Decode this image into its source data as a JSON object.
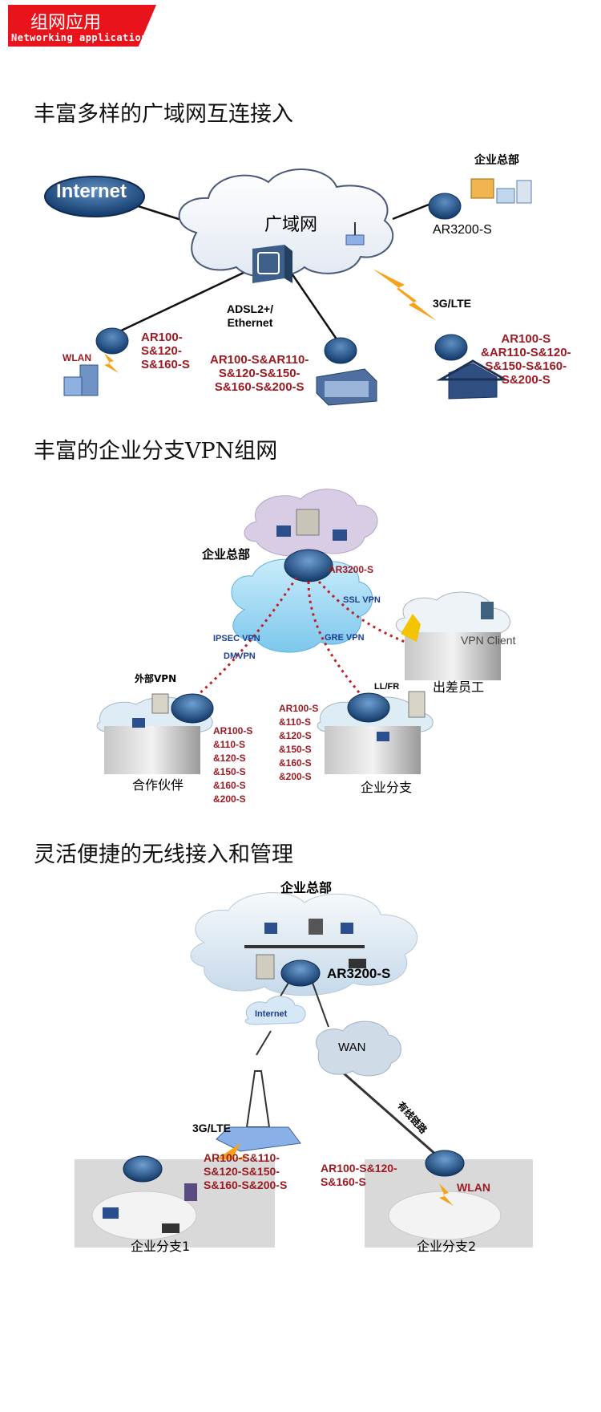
{
  "header": {
    "title_cn": "组网应用",
    "title_en": "Networking application"
  },
  "section1": {
    "title": "丰富多样的广域网互连接入",
    "internet": "Internet",
    "wan": "广域网",
    "hq_label": "企业总部",
    "hq_model": "AR3200-S",
    "link_3g": "3G/LTE",
    "link_adsl": "ADSL2+/\nEthernet",
    "wlan": "WLAN",
    "left_models": "AR100-\nS&120-\nS&160-S",
    "mid_models": "AR100-S&AR110-\nS&120-S&150-\nS&160-S&200-S",
    "right_models": "AR100-S\n&AR110-S&120-\nS&150-S&160-\nS&200-S"
  },
  "section2": {
    "title": "丰富的企业分支VPN组网",
    "hq_label": "企业总部",
    "hq_model": "AR3200-S",
    "ssl_vpn": "SSL VPN",
    "ipsec_vpn": "IPSEC VPN",
    "dmvpn": "DMVPN",
    "gre_vpn": "GRE VPN",
    "vpn_client": "VPN Client",
    "ll_fr": "LL/FR",
    "traveler": "出差员工",
    "ext_vpn": "外部VPN",
    "partner": "合作伙伴",
    "branch": "企业分支",
    "left_models": "AR100-S\n&110-S\n&120-S\n&150-S\n&160-S\n&200-S",
    "mid_models": "AR100-S\n&110-S\n&120-S\n&150-S\n&160-S\n&200-S"
  },
  "section3": {
    "title": "灵活便捷的无线接入和管理",
    "hq_label": "企业总部",
    "hq_model": "AR3200-S",
    "internet": "Internet",
    "wan": "WAN",
    "wired_link": "有线链路",
    "link_3g": "3G/LTE",
    "left_models": "AR100-S&110-\nS&120-S&150-\nS&160-S&200-S",
    "right_models": "AR100-S&120-\nS&160-S",
    "wlan": "WLAN",
    "branch1": "企业分支1",
    "branch2": "企业分支2"
  },
  "colors": {
    "header_red": "#e8131b",
    "model_red": "#9c1b22",
    "vpn_blue": "#1d3f8e",
    "router_blue": "#2f5f8f",
    "lightning_orange": "#f6a21a"
  }
}
